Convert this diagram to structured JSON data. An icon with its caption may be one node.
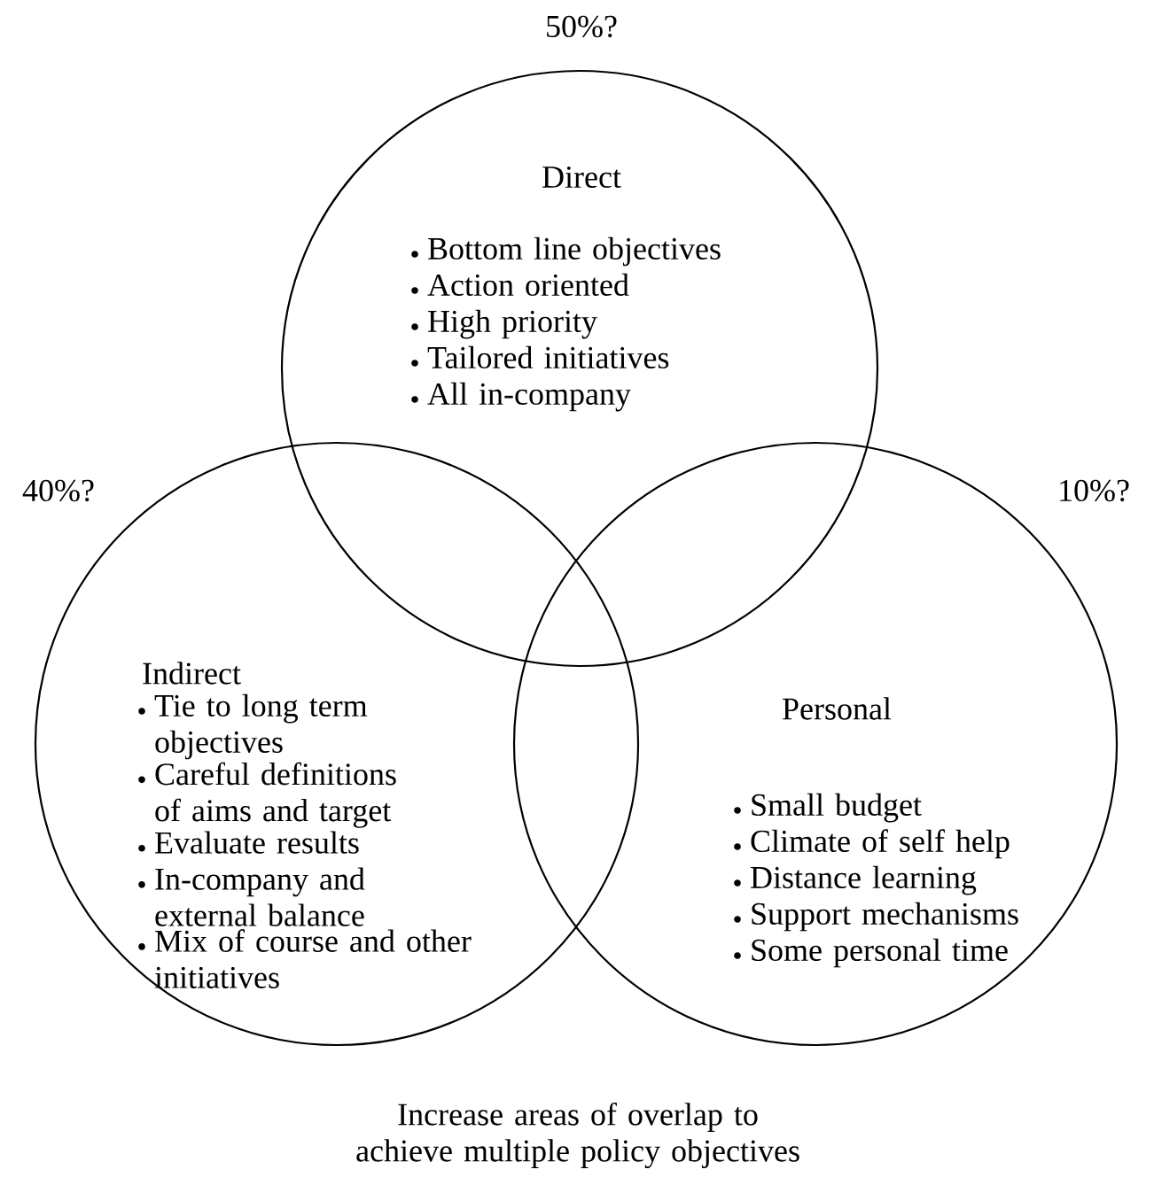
{
  "diagram": {
    "caption": "Increase areas of overlap to achieve multiple policy objectives",
    "nodes": [
      {
        "text": [
          "Direct",
          "Bottom line objectives",
          "Action oriented",
          "High priority",
          "Tailored initiatives",
          "All in-company"
        ],
        "beside": [
          "50%?"
        ]
      },
      {
        "text": [
          "Indirect",
          "Tie to long term objectives",
          "Careful definitions of aims and target",
          "Evaluate results",
          "In-company and external balance",
          "Mix of course and other initiatives"
        ],
        "beside": [
          "40%?"
        ]
      },
      {
        "text": [
          "Personal",
          "Small budget",
          "Climate of self help",
          "Distance learning",
          "Support mechanisms",
          "Some personal time"
        ],
        "beside": [
          "10%?"
        ]
      }
    ]
  }
}
